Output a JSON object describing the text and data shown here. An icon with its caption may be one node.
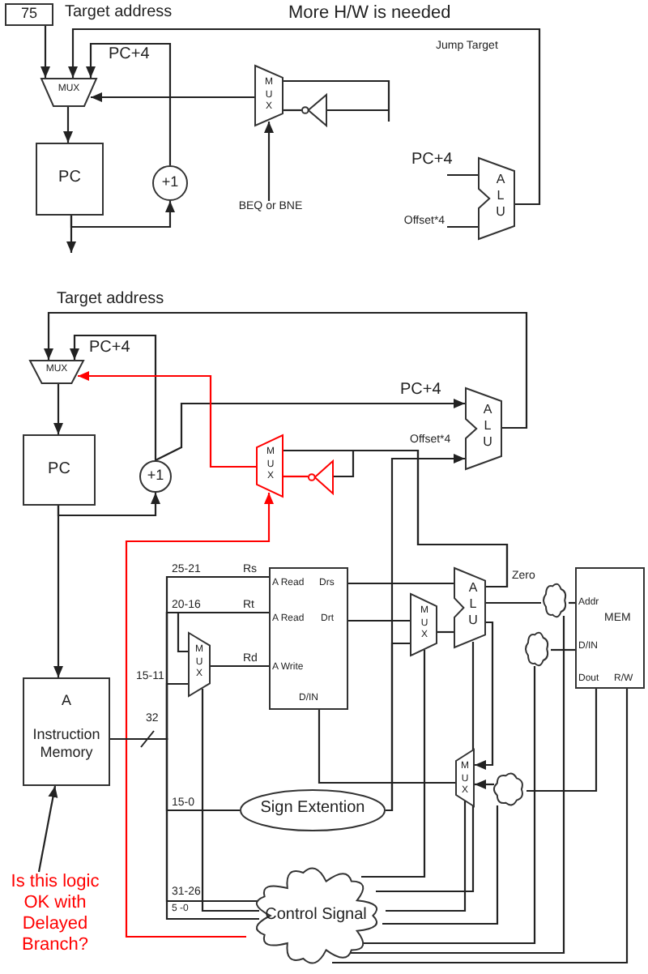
{
  "diagram": {
    "nodes": [
      {
        "text": [
          "75"
        ]
      },
      {
        "text": [
          "MUX"
        ]
      },
      {
        "text": [
          "PC"
        ]
      },
      {
        "text": [
          "+1"
        ]
      },
      {
        "text": [
          "M U X"
        ]
      },
      {
        "text": [],
        "shape": "triangle"
      },
      {
        "text": [
          "A L U"
        ]
      },
      {
        "text": [
          "MUX"
        ]
      },
      {
        "text": [
          "PC"
        ]
      },
      {
        "text": [
          "+1"
        ]
      },
      {
        "text": [
          "M U X"
        ]
      },
      {
        "text": [],
        "shape": "triangle"
      },
      {
        "text": [
          "A L U"
        ]
      },
      {
        "text": [
          "A",
          "Instruction Memory"
        ]
      },
      {
        "text": [
          "A Read",
          "Drs",
          "A Read",
          "Drt",
          "A Write",
          "D/IN"
        ]
      },
      {
        "text": [
          "M U X"
        ]
      },
      {
        "text": [
          "M U X"
        ]
      },
      {
        "text": [
          "A L U"
        ]
      },
      {
        "text": [
          "Addr",
          "MEM",
          "D/IN",
          "Dout",
          "R/W"
        ]
      },
      {
        "text": [],
        "shape": "cloud"
      },
      {
        "text": [],
        "shape": "cloud"
      },
      {
        "text": [
          "M U X"
        ]
      },
      {
        "text": [],
        "shape": "cloud"
      },
      {
        "text": [
          "Sign Extention"
        ]
      },
      {
        "text": [
          "Control Signal"
        ]
      },
      {
        "text": [
          "Is this logic OK with Delayed Branch?"
        ]
      },
      {
        "text": [
          "BEQ or BNE"
        ]
      },
      {
        "text": [
          "PC+4"
        ]
      },
      {
        "text": [
          "Offset*4"
        ]
      }
    ],
    "edges": [
      {
        "from": 0,
        "to": 1,
        "arrow": "to"
      },
      {
        "from": 6,
        "to": 1,
        "arrow": "to"
      },
      {
        "from": 3,
        "to": 1,
        "arrow": "to"
      },
      {
        "from": 1,
        "to": 2,
        "arrow": "to"
      },
      {
        "from": 2,
        "to": 3,
        "arrow": "to"
      },
      {
        "from": 2,
        "to": null,
        "arrow": "to"
      },
      {
        "from": 4,
        "to": 1,
        "arrow": "to"
      },
      {
        "from": 26,
        "to": 4,
        "arrow": "to"
      },
      {
        "from": 27,
        "to": 6,
        "arrow": "none"
      },
      {
        "from": 28,
        "to": 6,
        "arrow": "none"
      },
      {
        "from": null,
        "to": 4,
        "arrow": "none"
      },
      {
        "from": null,
        "to": 5,
        "arrow": "none"
      },
      {
        "from": 5,
        "to": 4,
        "arrow": "none"
      },
      {
        "from": 12,
        "to": 7,
        "arrow": "to"
      },
      {
        "from": 9,
        "to": 7,
        "arrow": "to"
      },
      {
        "from": 9,
        "to": 12,
        "arrow": "to"
      },
      {
        "from": 10,
        "to": 7,
        "arrow": "to",
        "color": "#ff0000"
      },
      {
        "from": 7,
        "to": 8,
        "arrow": "to"
      },
      {
        "from": 8,
        "to": 9,
        "arrow": "to"
      },
      {
        "from": 8,
        "to": 13,
        "arrow": "to"
      },
      {
        "from": 17,
        "to": 10,
        "arrow": "none"
      },
      {
        "from": 17,
        "to": 11,
        "arrow": "none"
      },
      {
        "from": 11,
        "to": 10,
        "arrow": "none",
        "color": "#ff0000"
      },
      {
        "from": 24,
        "to": 10,
        "arrow": "to",
        "color": "#ff0000"
      },
      {
        "from": 23,
        "to": 12,
        "arrow": "to"
      },
      {
        "from": 23,
        "to": 16,
        "arrow": "none"
      },
      {
        "from": 13,
        "to": 14,
        "arrow": "none"
      },
      {
        "from": 13,
        "to": 14,
        "arrow": "none"
      },
      {
        "from": 13,
        "to": 15,
        "arrow": "none"
      },
      {
        "from": 13,
        "to": 15,
        "arrow": "none"
      },
      {
        "from": 15,
        "to": 14,
        "arrow": "none"
      },
      {
        "from": 13,
        "to": 23,
        "arrow": "none"
      },
      {
        "from": 13,
        "to": 24,
        "arrow": "none"
      },
      {
        "from": 13,
        "to": 24,
        "arrow": "none"
      },
      {
        "from": 24,
        "to": 15,
        "arrow": "none"
      },
      {
        "from": 14,
        "to": 17,
        "arrow": "none"
      },
      {
        "from": 14,
        "to": 16,
        "arrow": "none"
      },
      {
        "from": 16,
        "to": 17,
        "arrow": "none"
      },
      {
        "from": 17,
        "to": 19,
        "arrow": "none"
      },
      {
        "from": 19,
        "to": 18,
        "arrow": "none"
      },
      {
        "from": 18,
        "to": 20,
        "arrow": "none"
      },
      {
        "from": 17,
        "to": 21,
        "arrow": "to"
      },
      {
        "from": 18,
        "to": 22,
        "arrow": "none"
      },
      {
        "from": 22,
        "to": 21,
        "arrow": "to"
      },
      {
        "from": 21,
        "to": 14,
        "arrow": "none"
      },
      {
        "from": 24,
        "to": 16,
        "arrow": "none"
      },
      {
        "from": 24,
        "to": 17,
        "arrow": "none"
      },
      {
        "from": 24,
        "to": 21,
        "arrow": "none"
      },
      {
        "from": 24,
        "to": 22,
        "arrow": "none"
      },
      {
        "from": 24,
        "to": 20,
        "arrow": "none"
      },
      {
        "from": 24,
        "to": 19,
        "arrow": "none"
      },
      {
        "from": 24,
        "to": 18,
        "arrow": "none"
      },
      {
        "from": 25,
        "to": 13,
        "arrow": "to"
      }
    ],
    "labels": [
      "Target address",
      "More H/W is needed",
      "PC+4",
      "Jump Target",
      "Target address",
      "PC+4",
      "PC+4",
      "Offset*4",
      "25-21",
      "Rs",
      "Zero",
      "20-16",
      "Rt",
      "Rd",
      "15-11",
      "32",
      "15-0",
      "31-26",
      "5 -0"
    ]
  }
}
